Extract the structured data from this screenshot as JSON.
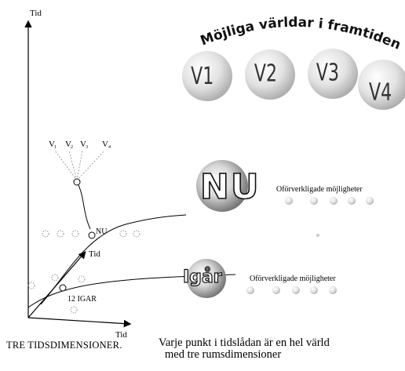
{
  "title": "Möjliga världar i framtiden",
  "worlds": [
    "V1",
    "V2",
    "V3",
    "V4"
  ],
  "axes": {
    "y_label": "Tid",
    "x_label": "Tid",
    "diag_label": "Tid"
  },
  "branch_labels": [
    "V",
    "V",
    "V",
    "V"
  ],
  "branch_subs": [
    "1",
    "2",
    "3",
    "4"
  ],
  "point_labels": {
    "nu_small": "NU",
    "igar_small": "12 IGAR"
  },
  "nu_block": {
    "word": "NU",
    "text": "Oförverkligade möjligheter"
  },
  "igar_block": {
    "word": "Igår",
    "text": "Oförverkligade möjligheter"
  },
  "captions": {
    "left": "TRE TIDSDIMENSIONER.",
    "right_line1": "Varje punkt i tidslådan är en hel värld",
    "right_line2": "med tre rumsdimensioner"
  },
  "colors": {
    "ink": "#000000",
    "sphere_light": "#f4f4f4",
    "sphere_dark": "#9a9a9a",
    "dash": "#8a8a8a"
  }
}
